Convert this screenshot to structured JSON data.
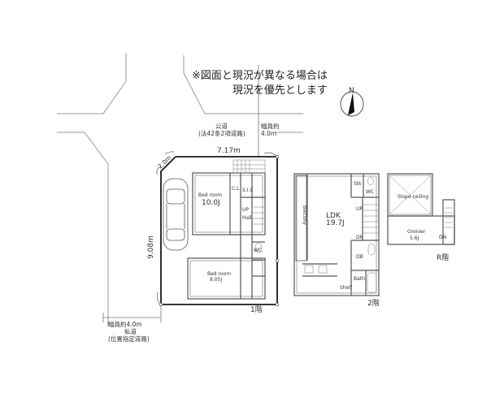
{
  "notice": {
    "line1": "※図面と現況が異なる場合は",
    "line2": "現況を優先とします"
  },
  "compass": {
    "label": "N",
    "icon": "north-arrow-icon"
  },
  "roads": {
    "public_road": {
      "name": "公道",
      "type": "(法42条2項道路)",
      "width_label": "幅員約",
      "width_value": "4.0m"
    },
    "private_road": {
      "width": "幅員約4.0m",
      "name": "私道",
      "type": "(位置指定道路)"
    }
  },
  "site": {
    "frontage": "7.17m",
    "depth": "9.08m",
    "corner_cut": "2.0m"
  },
  "floors": [
    {
      "label": "1階",
      "rooms": [
        {
          "name": "Bed room",
          "area": "10.0J"
        },
        {
          "name": "Bed room",
          "area": "8.05J"
        },
        {
          "name": "C.L"
        },
        {
          "name": "S.I.C"
        },
        {
          "name": "UP"
        },
        {
          "name": "Hall"
        },
        {
          "name": "WC"
        }
      ]
    },
    {
      "label": "2階",
      "rooms": [
        {
          "name": "LDK",
          "area": "19.7J"
        },
        {
          "name": "Balcony"
        },
        {
          "name": "Stk"
        },
        {
          "name": "WC"
        },
        {
          "name": "UP"
        },
        {
          "name": "DN"
        },
        {
          "name": "DB"
        },
        {
          "name": "Bath"
        },
        {
          "name": "Shelf"
        }
      ]
    },
    {
      "label": "R階",
      "rooms": [
        {
          "name": "Grenier",
          "area": "5.6J"
        },
        {
          "name": "Slope ceiling"
        },
        {
          "name": "DN"
        }
      ]
    }
  ],
  "colors": {
    "wall": "#555555",
    "boundary": "#1a1a1a",
    "road_line": "#9a9a9a",
    "tile": "#777777"
  }
}
